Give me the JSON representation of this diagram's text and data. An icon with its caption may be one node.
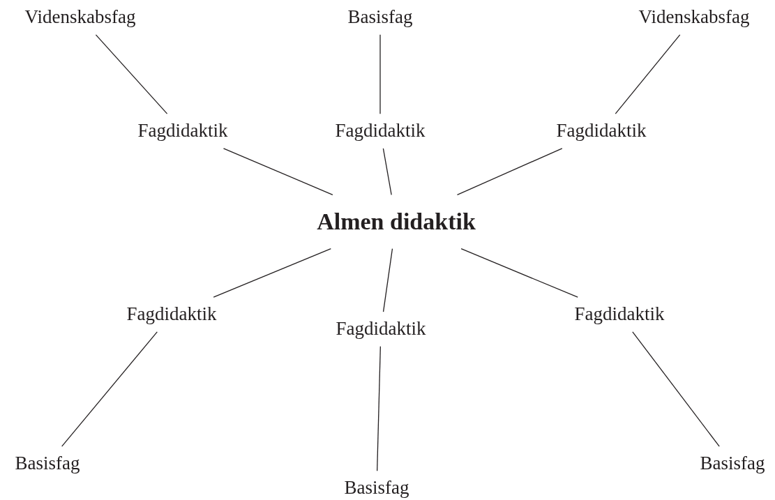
{
  "diagram": {
    "nodes": [
      {
        "text": [
          "Videnskabsfag"
        ]
      },
      {
        "text": [
          "Basisfag"
        ]
      },
      {
        "text": [
          "Videnskabsfag"
        ]
      },
      {
        "text": [
          "Fagdidaktik"
        ]
      },
      {
        "text": [
          "Fagdidaktik"
        ]
      },
      {
        "text": [
          "Fagdidaktik"
        ]
      },
      {
        "text": [
          "Almen didaktik"
        ]
      },
      {
        "text": [
          "Fagdidaktik"
        ]
      },
      {
        "text": [
          "Fagdidaktik"
        ]
      },
      {
        "text": [
          "Fagdidaktik"
        ]
      },
      {
        "text": [
          "Basisfag"
        ]
      },
      {
        "text": [
          "Basisfag"
        ]
      },
      {
        "text": [
          "Basisfag"
        ]
      }
    ],
    "edges": [
      {
        "from": 0,
        "to": 3,
        "arrow": "none"
      },
      {
        "from": 1,
        "to": 4,
        "arrow": "none"
      },
      {
        "from": 2,
        "to": 5,
        "arrow": "none"
      },
      {
        "from": 3,
        "to": 6,
        "arrow": "none"
      },
      {
        "from": 4,
        "to": 6,
        "arrow": "none"
      },
      {
        "from": 5,
        "to": 6,
        "arrow": "none"
      },
      {
        "from": 6,
        "to": 7,
        "arrow": "none"
      },
      {
        "from": 6,
        "to": 9,
        "arrow": "none"
      },
      {
        "from": 6,
        "to": 8,
        "arrow": "none"
      },
      {
        "from": 7,
        "to": 10,
        "arrow": "none"
      },
      {
        "from": 9,
        "to": 12,
        "arrow": "none"
      },
      {
        "from": 8,
        "to": 11,
        "arrow": "none"
      }
    ]
  }
}
